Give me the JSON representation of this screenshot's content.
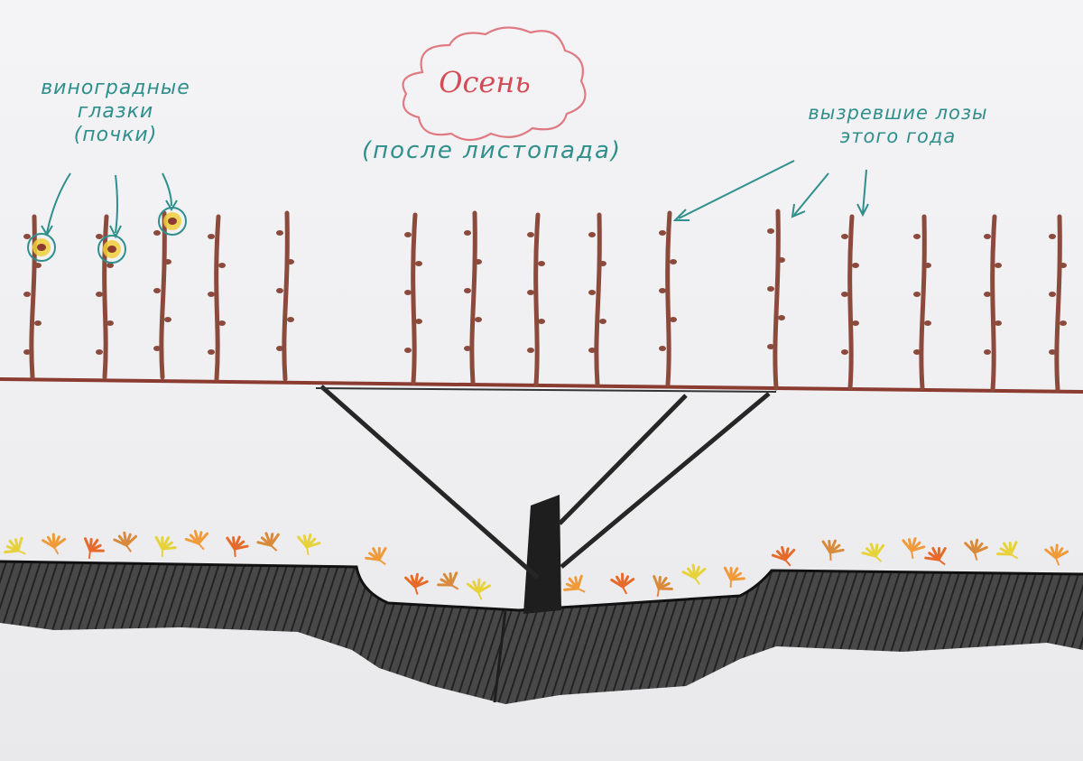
{
  "title": "Осень",
  "subtitle": "(после листопада)",
  "labels": {
    "buds": [
      "виноградные",
      "глазки",
      "(почки)"
    ],
    "canes": [
      "вызревшие лозы",
      "этого года"
    ]
  },
  "colors": {
    "paper": "#f2f2f4",
    "title_ink": "#d24b55",
    "label_ink": "#2f8f8c",
    "cane": "#8b4a3c",
    "wire": "#8b3b30",
    "trunk": "#222222",
    "soil": "#2a2a2a",
    "leaves": [
      "#e7d23b",
      "#f09a3a",
      "#e76a2a",
      "#d98a3a"
    ]
  }
}
